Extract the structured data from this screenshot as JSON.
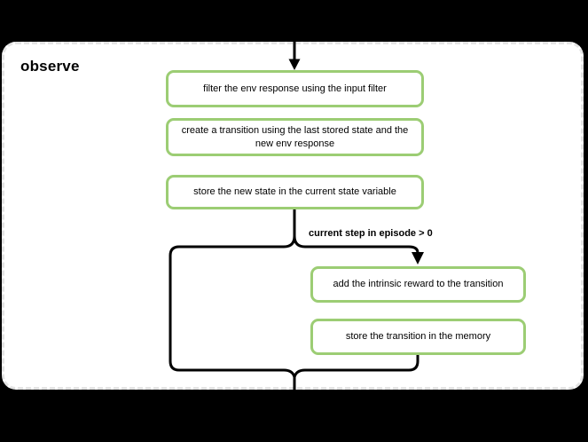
{
  "diagram": {
    "title": "observe",
    "condition_label": "current step in episode > 0",
    "nodes": [
      {
        "id": "filter-env-response",
        "lines": [
          "filter the env response using the input filter"
        ]
      },
      {
        "id": "create-transition",
        "lines": [
          "create a transition using the last stored state and the",
          "new env response"
        ]
      },
      {
        "id": "store-new-state",
        "lines": [
          "store the new state in the current state variable"
        ]
      },
      {
        "id": "add-intrinsic-reward",
        "lines": [
          "add the intrinsic reward to the transition"
        ]
      },
      {
        "id": "store-transition",
        "lines": [
          "store the transition in the memory"
        ]
      }
    ],
    "colors": {
      "node_border": "#9ccd74",
      "node_fill": "#ffffff",
      "container_border": "#e4e4e4",
      "container_fill": "#ffffff",
      "flow_line": "#000000",
      "background": "#000000",
      "text": "#000000"
    }
  }
}
